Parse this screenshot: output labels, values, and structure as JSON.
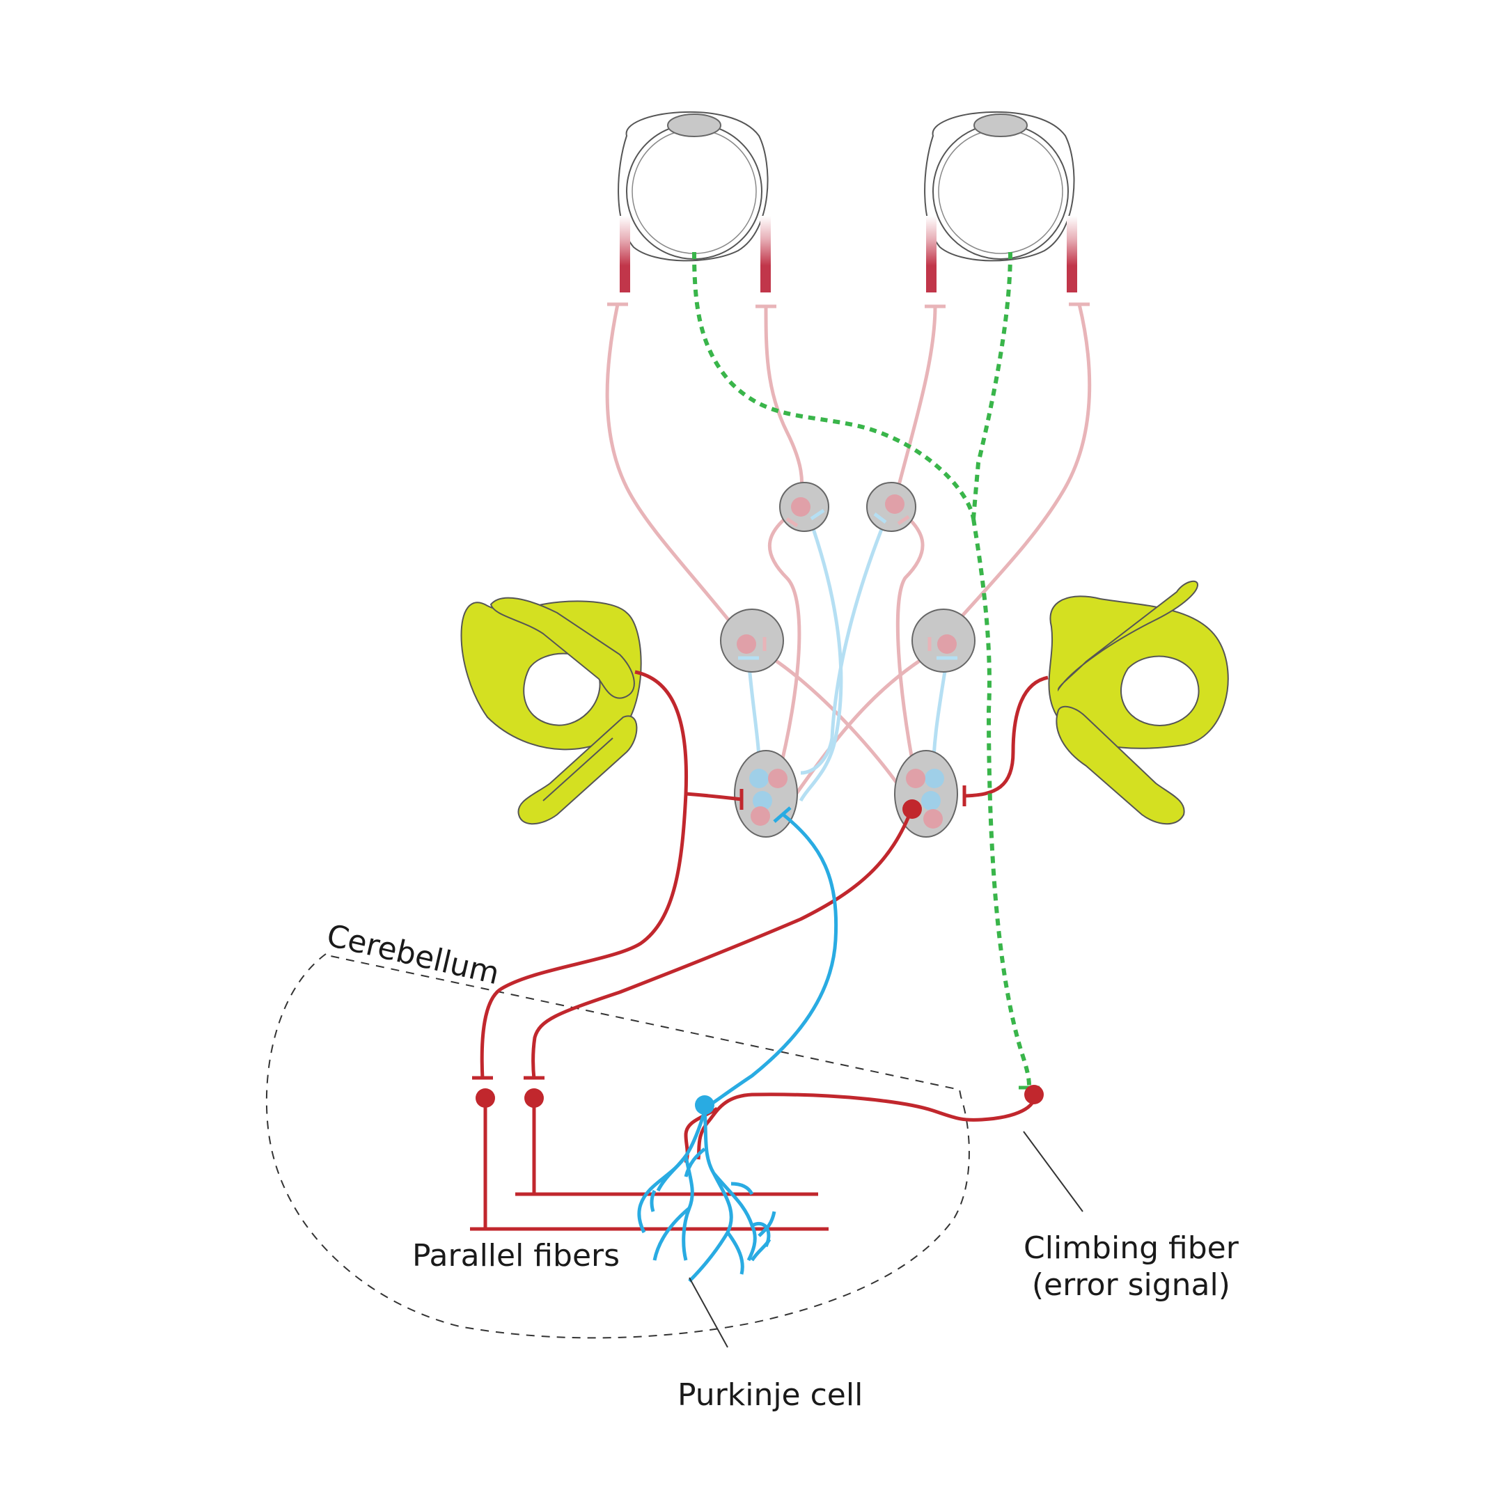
{
  "labels": {
    "cerebellum": "Cerebellum",
    "parallel_fibers": "Parallel fibers",
    "purkinje_cell": "Purkinje cell",
    "climbing_fiber_line1": "Climbing fiber",
    "climbing_fiber_line2": "(error signal)"
  },
  "colors": {
    "excitatory_red": "#c1272d",
    "faded_red": "#e8b4b8",
    "purkinje_blue": "#29abe2",
    "faded_blue": "#b5dff3",
    "error_green": "#39b54a",
    "vestibular_yellow": "#d4e021",
    "nucleus_gray": "#c8c8c8",
    "muscle_red": "#c1364a"
  }
}
